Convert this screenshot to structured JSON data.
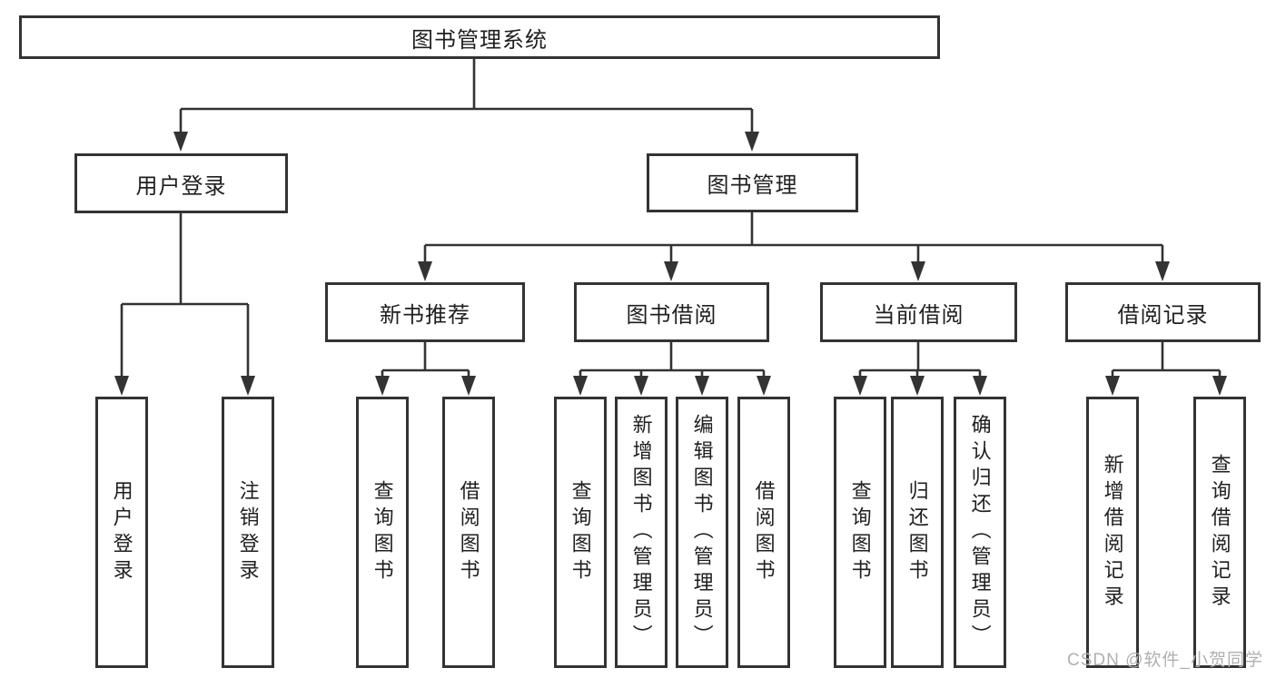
{
  "diagram": {
    "watermark": "CSDN @软件_小贺同学",
    "colors": {
      "line": "#333333",
      "box_border": "#333333",
      "text": "#1f1f1f",
      "watermark": "#b0b0b0",
      "background": "#ffffff"
    },
    "tree": {
      "label": "图书管理系统",
      "children": [
        {
          "label": "用户登录",
          "children": [
            {
              "label": "用户登录"
            },
            {
              "label": "注销登录"
            }
          ]
        },
        {
          "label": "图书管理",
          "children": [
            {
              "label": "新书推荐",
              "children": [
                {
                  "label": "查询图书"
                },
                {
                  "label": "借阅图书"
                }
              ]
            },
            {
              "label": "图书借阅",
              "children": [
                {
                  "label": "查询图书"
                },
                {
                  "label": "新增图书（管理员）"
                },
                {
                  "label": "编辑图书（管理员）"
                },
                {
                  "label": "借阅图书"
                }
              ]
            },
            {
              "label": "当前借阅",
              "children": [
                {
                  "label": "查询图书"
                },
                {
                  "label": "归还图书"
                },
                {
                  "label": "确认归还（管理员）"
                }
              ]
            },
            {
              "label": "借阅记录",
              "children": [
                {
                  "label": "新增借阅记录"
                },
                {
                  "label": "查询借阅记录"
                }
              ]
            }
          ]
        }
      ]
    }
  }
}
